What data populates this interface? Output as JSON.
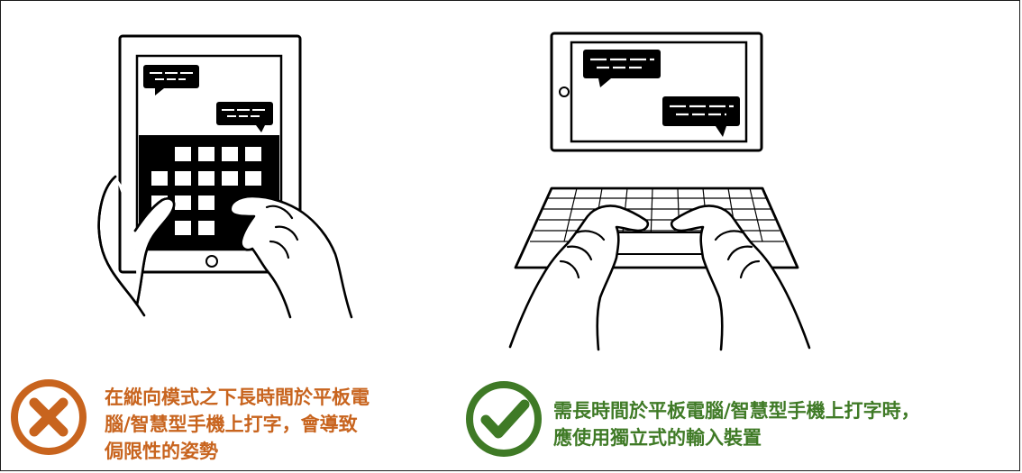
{
  "bad": {
    "lines": [
      "在縱向模式之下長時間於平板電",
      "腦/智慧型手機上打字，會導致",
      "侷限性的姿勢"
    ],
    "color": "#c8641e",
    "icon": "cross-icon"
  },
  "good": {
    "lines": [
      "需長時間於平板電腦/智慧型手機上打字時，",
      "應使用獨立式的輸入裝置"
    ],
    "color": "#3f7a26",
    "icon": "check-icon"
  }
}
